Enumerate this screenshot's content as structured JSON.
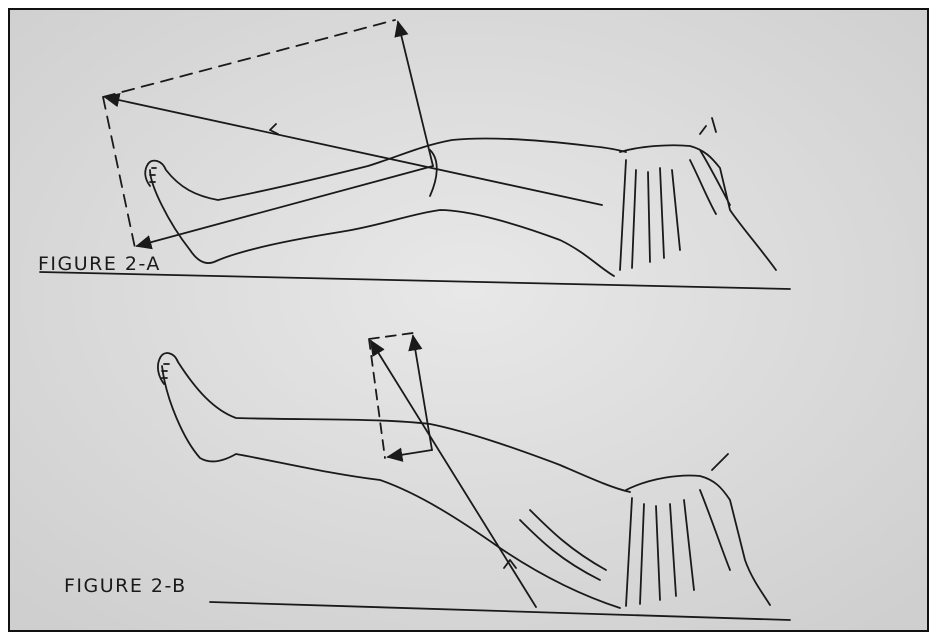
{
  "figures": [
    {
      "id": "2-A",
      "caption": "FIGURE 2-A"
    },
    {
      "id": "2-B",
      "caption": "FIGURE 2-B"
    }
  ],
  "colors": {
    "paper": "#d9d9d9",
    "paper_light": "#e6e6e6",
    "ink": "#1a1a1a",
    "border": "#111111"
  },
  "icons": [
    "leg-sketch",
    "force-vector-arrow",
    "force-parallelogram"
  ]
}
